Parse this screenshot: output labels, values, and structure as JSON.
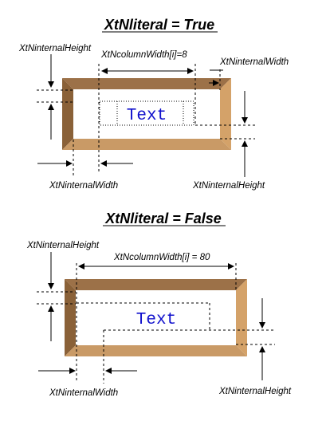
{
  "panels": [
    {
      "title": "XtNliteral = True",
      "labels": {
        "internal_height_top": "XtNinternalHeight",
        "column_width": "XtNcolumnWidth[i]=8",
        "internal_width_top": "XtNinternalWidth",
        "internal_width_bottom": "XtNinternalWidth",
        "internal_height_bottom": "XtNinternalHeight"
      },
      "sample_text": "Text"
    },
    {
      "title": "XtNliteral = False",
      "labels": {
        "internal_height_top": "XtNinternalHeight",
        "column_width": "XtNcolumnWidth[i] = 80",
        "internal_width_bottom": "XtNinternalWidth",
        "internal_height_bottom": "XtNinternalHeight"
      },
      "sample_text": "Text"
    }
  ],
  "colors": {
    "bevel_top": "#9c7148",
    "bevel_left": "#8a6138",
    "bevel_right": "#d4a269",
    "bevel_bottom": "#c99a66",
    "text": "#1010cc"
  }
}
